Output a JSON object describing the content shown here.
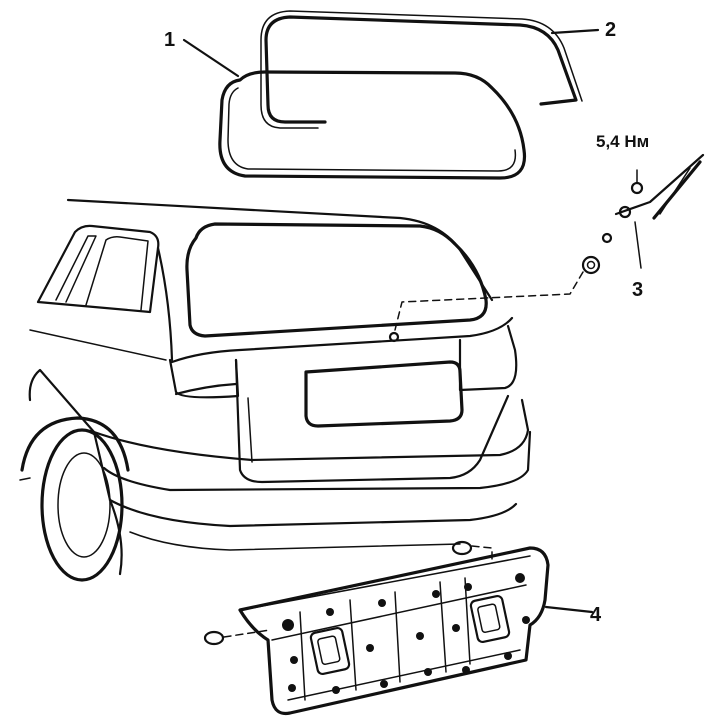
{
  "labels": {
    "glass": "1",
    "seal": "2",
    "wiper": "3",
    "trim_panel": "4",
    "torque": "5,4 Нм"
  },
  "colors": {
    "line": "#111111",
    "background": "#ffffff"
  }
}
